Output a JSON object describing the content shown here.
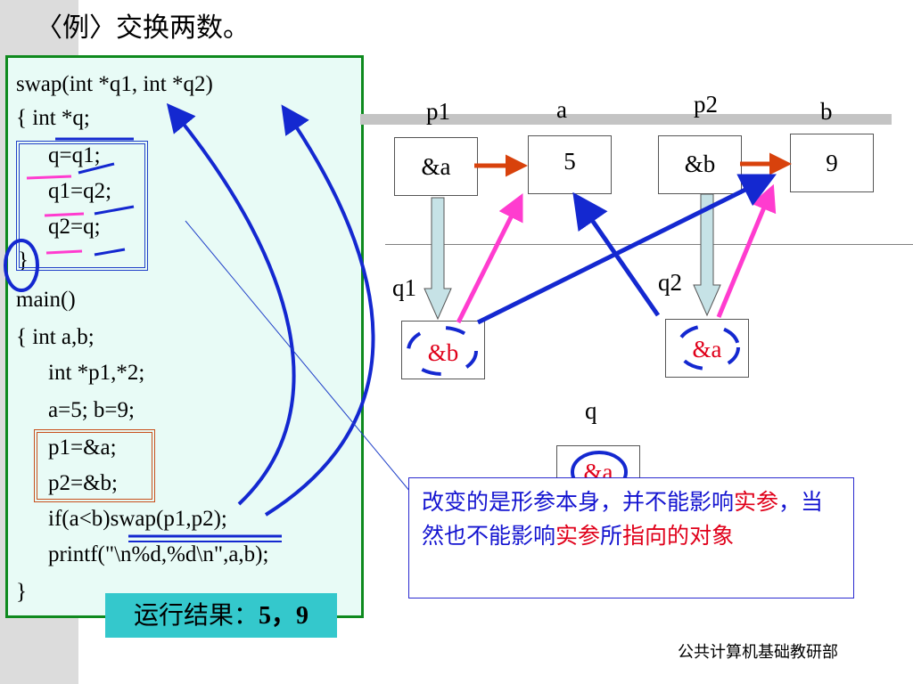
{
  "title": "〈例〉交换两数。",
  "code_lines": [
    "swap(int  *q1, int  *q2)",
    "{   int *q;",
    "q=q1;",
    "q1=q2;",
    "q2=q;",
    "}",
    "main()",
    "{   int a,b;",
    "int *p1,*2;",
    "a=5; b=9;",
    "p1=&a;",
    "p2=&b;",
    "if(a<b)swap(p1,p2);",
    "printf(\"\\n%d,%d\\n\",a,b);",
    "}"
  ],
  "result": {
    "label": "运行结果：",
    "value": "5，9"
  },
  "variables": {
    "p1": {
      "label": "p1",
      "value": "&a"
    },
    "a": {
      "label": "a",
      "value": "5"
    },
    "p2": {
      "label": "p2",
      "value": "&b"
    },
    "b": {
      "label": "b",
      "value": "9"
    },
    "q1": {
      "label": "q1",
      "value": "&b"
    },
    "q2": {
      "label": "q2",
      "value": "&a"
    },
    "q": {
      "label": "q",
      "value": "&a"
    }
  },
  "note": {
    "part1": "改变的是形参本身，并不能影响",
    "part2": "实参",
    "part3": "，当然也不能影响",
    "part4": "实参",
    "part5": "所",
    "part6": "指向的",
    "part7": "对象"
  },
  "footer": "公共计算机基础教研部",
  "colors": {
    "code_border": "#0e8a1e",
    "code_bg": "#e8fbf6",
    "blue_annotation": "#1428d0",
    "pink_arrow": "#ff3ccf",
    "orange_arrow": "#d8420c",
    "result_bg": "#34c8cc"
  }
}
